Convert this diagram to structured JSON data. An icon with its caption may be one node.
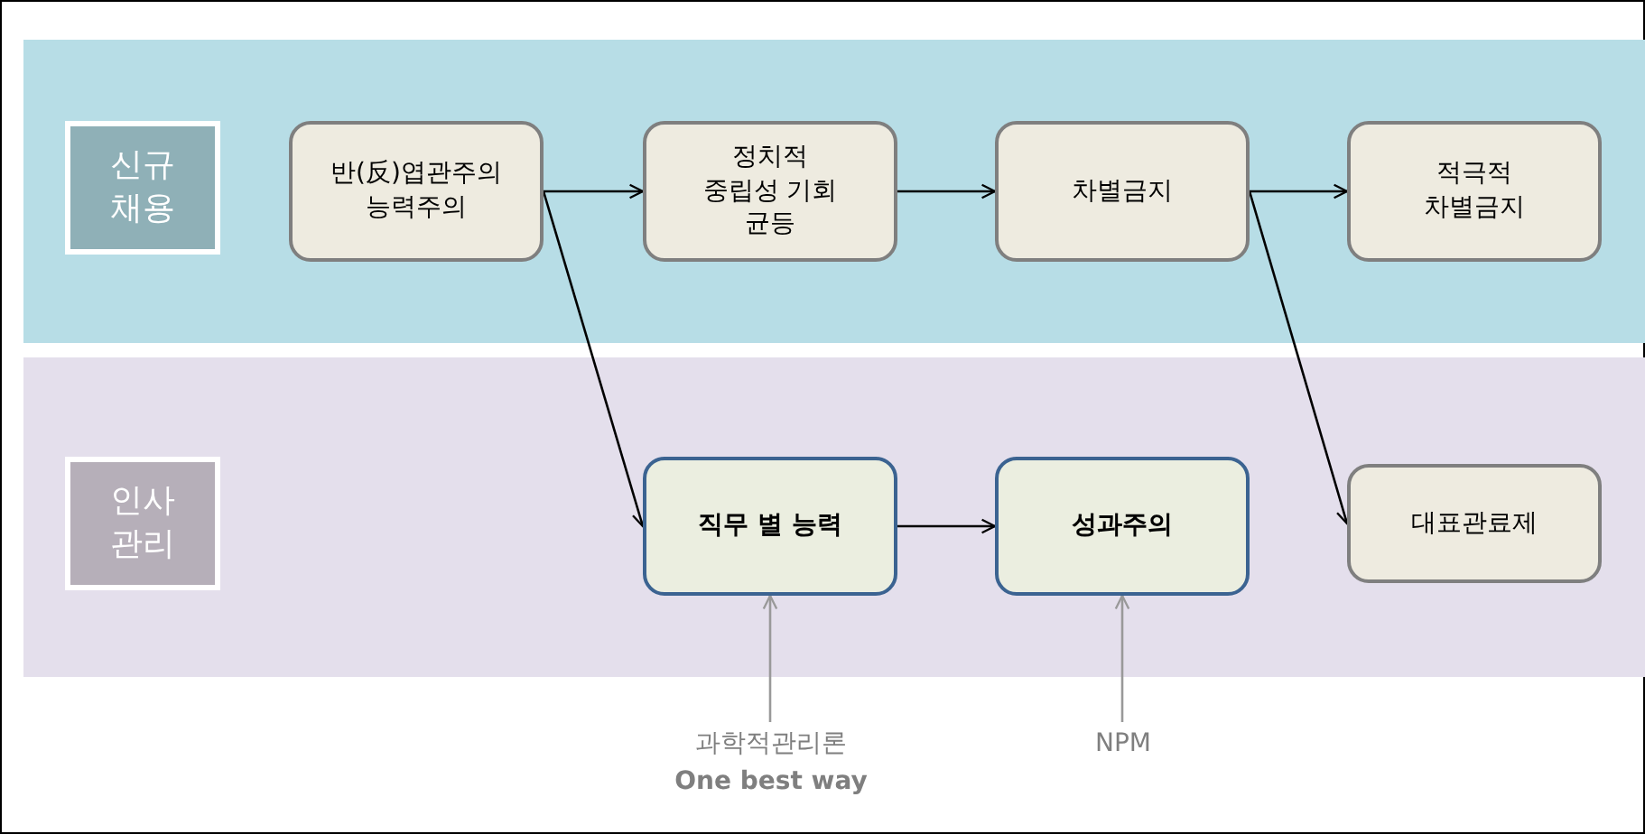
{
  "diagram": {
    "nodes": [
      {
        "text": [
          "신규 채용"
        ]
      },
      {
        "text": [
          "반(反)엽관주의 능력주의"
        ]
      },
      {
        "text": [
          "정치적 중립성 기회 균등"
        ]
      },
      {
        "text": [
          "차별금지"
        ]
      },
      {
        "text": [
          "적극적 차별금지"
        ]
      },
      {
        "text": [
          "인사 관리"
        ]
      },
      {
        "text": [
          "직무 별 능력"
        ]
      },
      {
        "text": [
          "성과주의"
        ]
      },
      {
        "text": [
          "대표관료제"
        ]
      },
      {
        "text": [
          "과학적관리론",
          "One best way"
        ]
      },
      {
        "text": [
          "NPM"
        ]
      }
    ],
    "edges": [
      {
        "from": 1,
        "to": 2,
        "arrow": "to"
      },
      {
        "from": 2,
        "to": 3,
        "arrow": "to"
      },
      {
        "from": 3,
        "to": 4,
        "arrow": "to"
      },
      {
        "from": 1,
        "to": 6,
        "arrow": "to"
      },
      {
        "from": 3,
        "to": 8,
        "arrow": "to"
      },
      {
        "from": 6,
        "to": 7,
        "arrow": "to"
      },
      {
        "from": 9,
        "to": 6,
        "arrow": "to",
        "color": "#999999"
      },
      {
        "from": 10,
        "to": 7,
        "arrow": "to",
        "color": "#999999"
      }
    ]
  }
}
